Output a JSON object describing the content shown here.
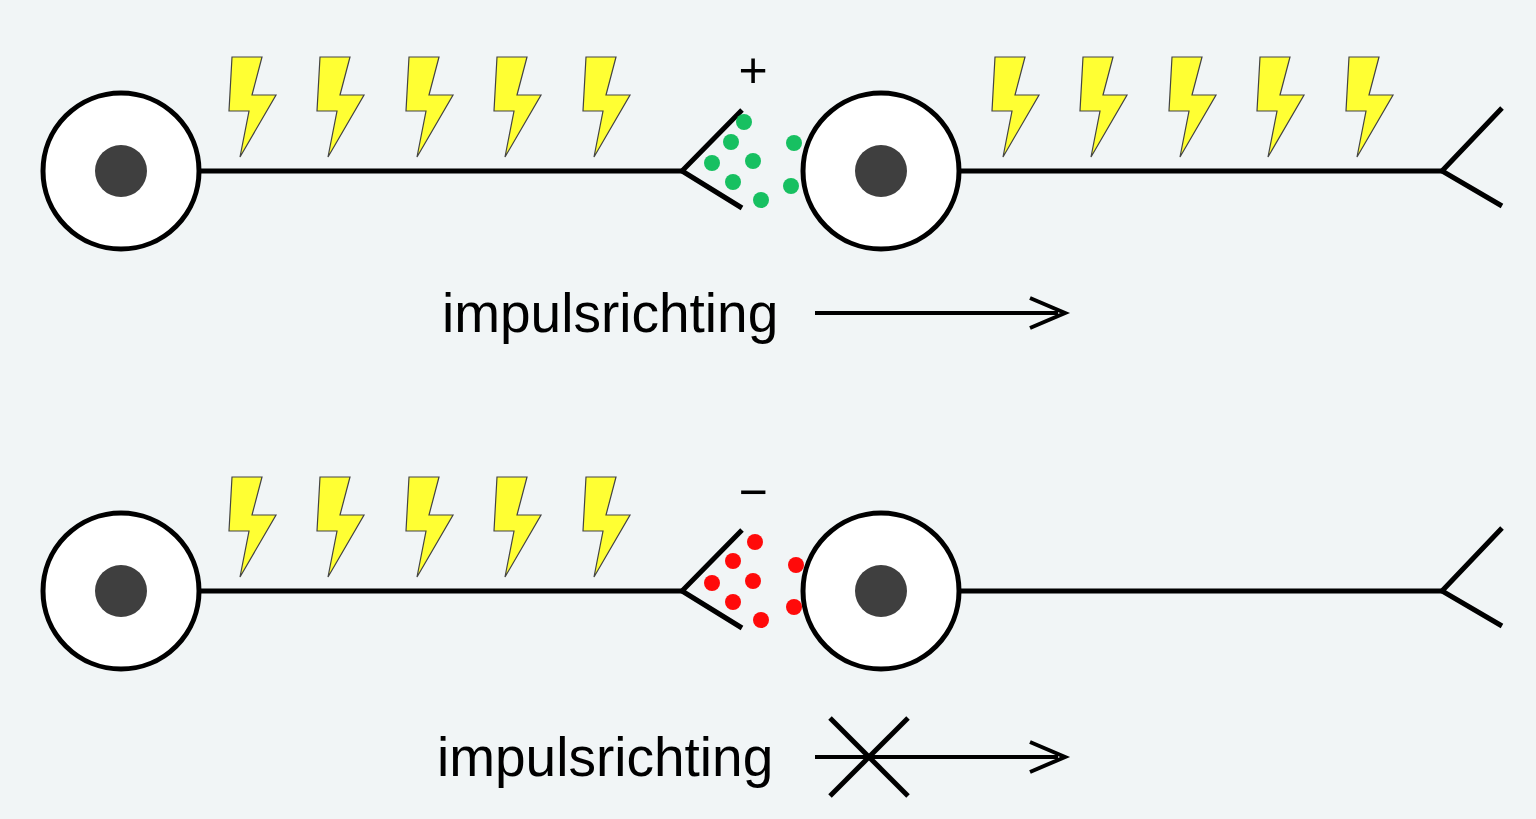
{
  "diagram": {
    "labels": [
      "+",
      "impulsrichting",
      "−",
      "impulsrichting"
    ]
  }
}
